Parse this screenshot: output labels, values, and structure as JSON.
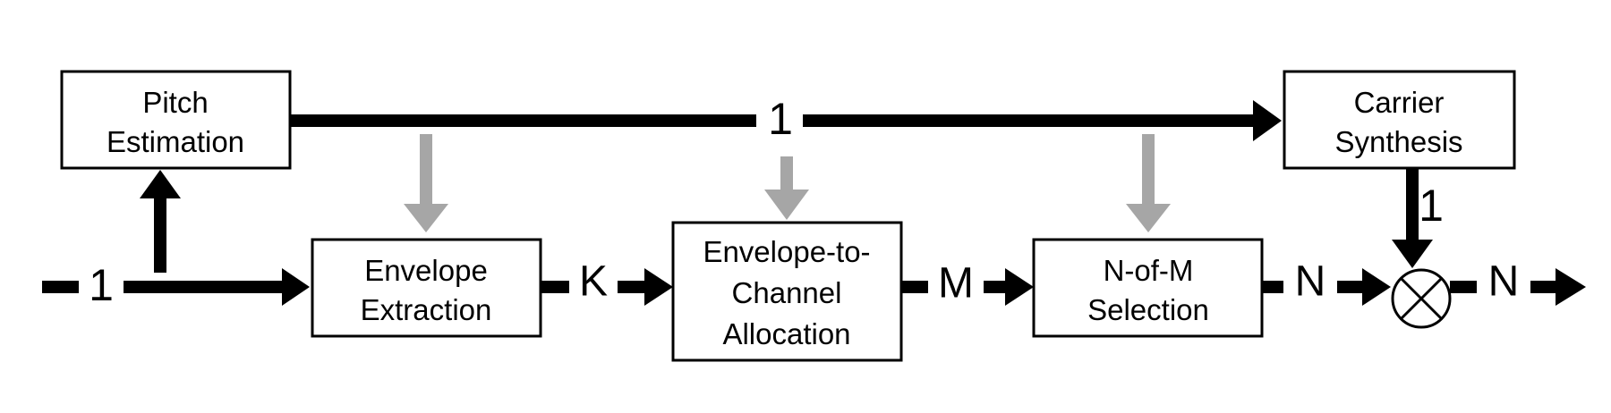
{
  "blocks": {
    "pitch_estimation": [
      "Pitch",
      "Estimation"
    ],
    "carrier_synthesis": [
      "Carrier",
      "Synthesis"
    ],
    "envelope_extraction": [
      "Envelope",
      "Extraction"
    ],
    "envelope_to_channel": [
      "Envelope-to-",
      "Channel",
      "Allocation"
    ],
    "n_of_m": [
      "N-of-M",
      "Selection"
    ]
  },
  "signals": {
    "input": "1",
    "pitch_to_carrier": "1",
    "carrier_to_mixer": "1",
    "after_extraction": "K",
    "after_allocation": "M",
    "after_selection": "N",
    "output": "N"
  },
  "colors": {
    "signal_path": "#000000",
    "control_path": "#a6a6a6",
    "box_border": "#000000",
    "background": "#ffffff"
  },
  "icons": {
    "mixer": "multiply-circle-icon"
  }
}
